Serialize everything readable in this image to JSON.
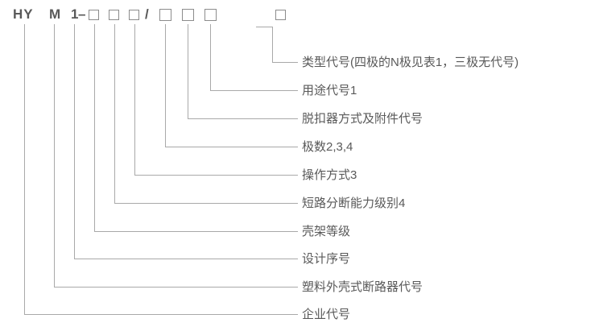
{
  "diagram": {
    "title_meaning": "model-designation-breakdown",
    "code_parts": {
      "company": "HY",
      "product": "M",
      "design": "1",
      "dash": "–",
      "slash": "/"
    },
    "placeholder_box_glyph": "□",
    "labels": [
      "类型代号(四极的N极见表1，三极无代号)",
      "用途代号1",
      "脱扣器方式及附件代号",
      "极数2,3,4",
      "操作方式3",
      "短路分断能力级别4",
      "壳架等级",
      "设计序号",
      "塑料外壳式断路器代号",
      "企业代号"
    ]
  },
  "colors": {
    "text": "#595959",
    "line": "#a9a9a9",
    "box_border": "#8c8c8c",
    "background": "#ffffff"
  }
}
